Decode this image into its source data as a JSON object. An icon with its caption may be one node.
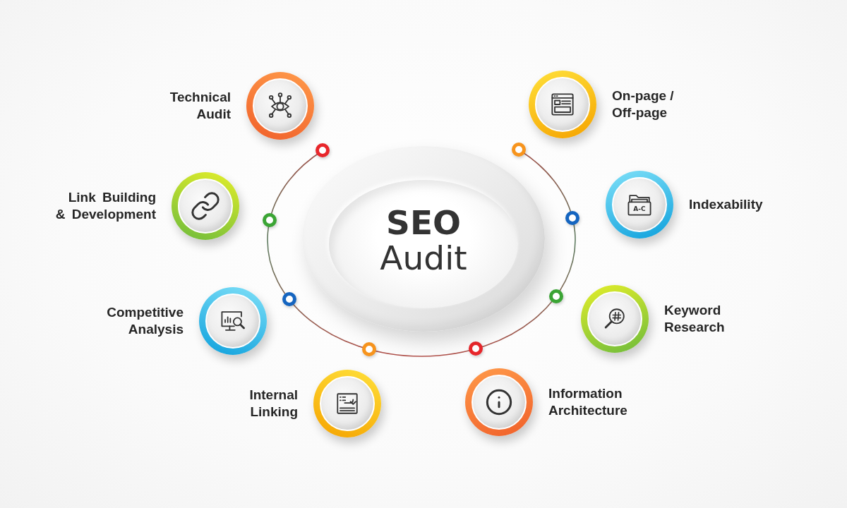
{
  "diagram": {
    "nodes": [
      {
        "text": [
          "Technical Audit"
        ]
      },
      {
        "text": [
          "On-page / Off-page"
        ]
      },
      {
        "text": [
          "Link Building & Development"
        ]
      },
      {
        "text": [
          "Indexability"
        ]
      },
      {
        "text": [
          "SEO",
          "Audit"
        ]
      },
      {
        "text": [
          "Competitive Analysis"
        ]
      },
      {
        "text": [
          "Keyword Research"
        ]
      },
      {
        "text": [
          "Internal Linking"
        ]
      },
      {
        "text": [
          "Information Architecture"
        ]
      }
    ],
    "labels": [
      "A-C"
    ]
  }
}
